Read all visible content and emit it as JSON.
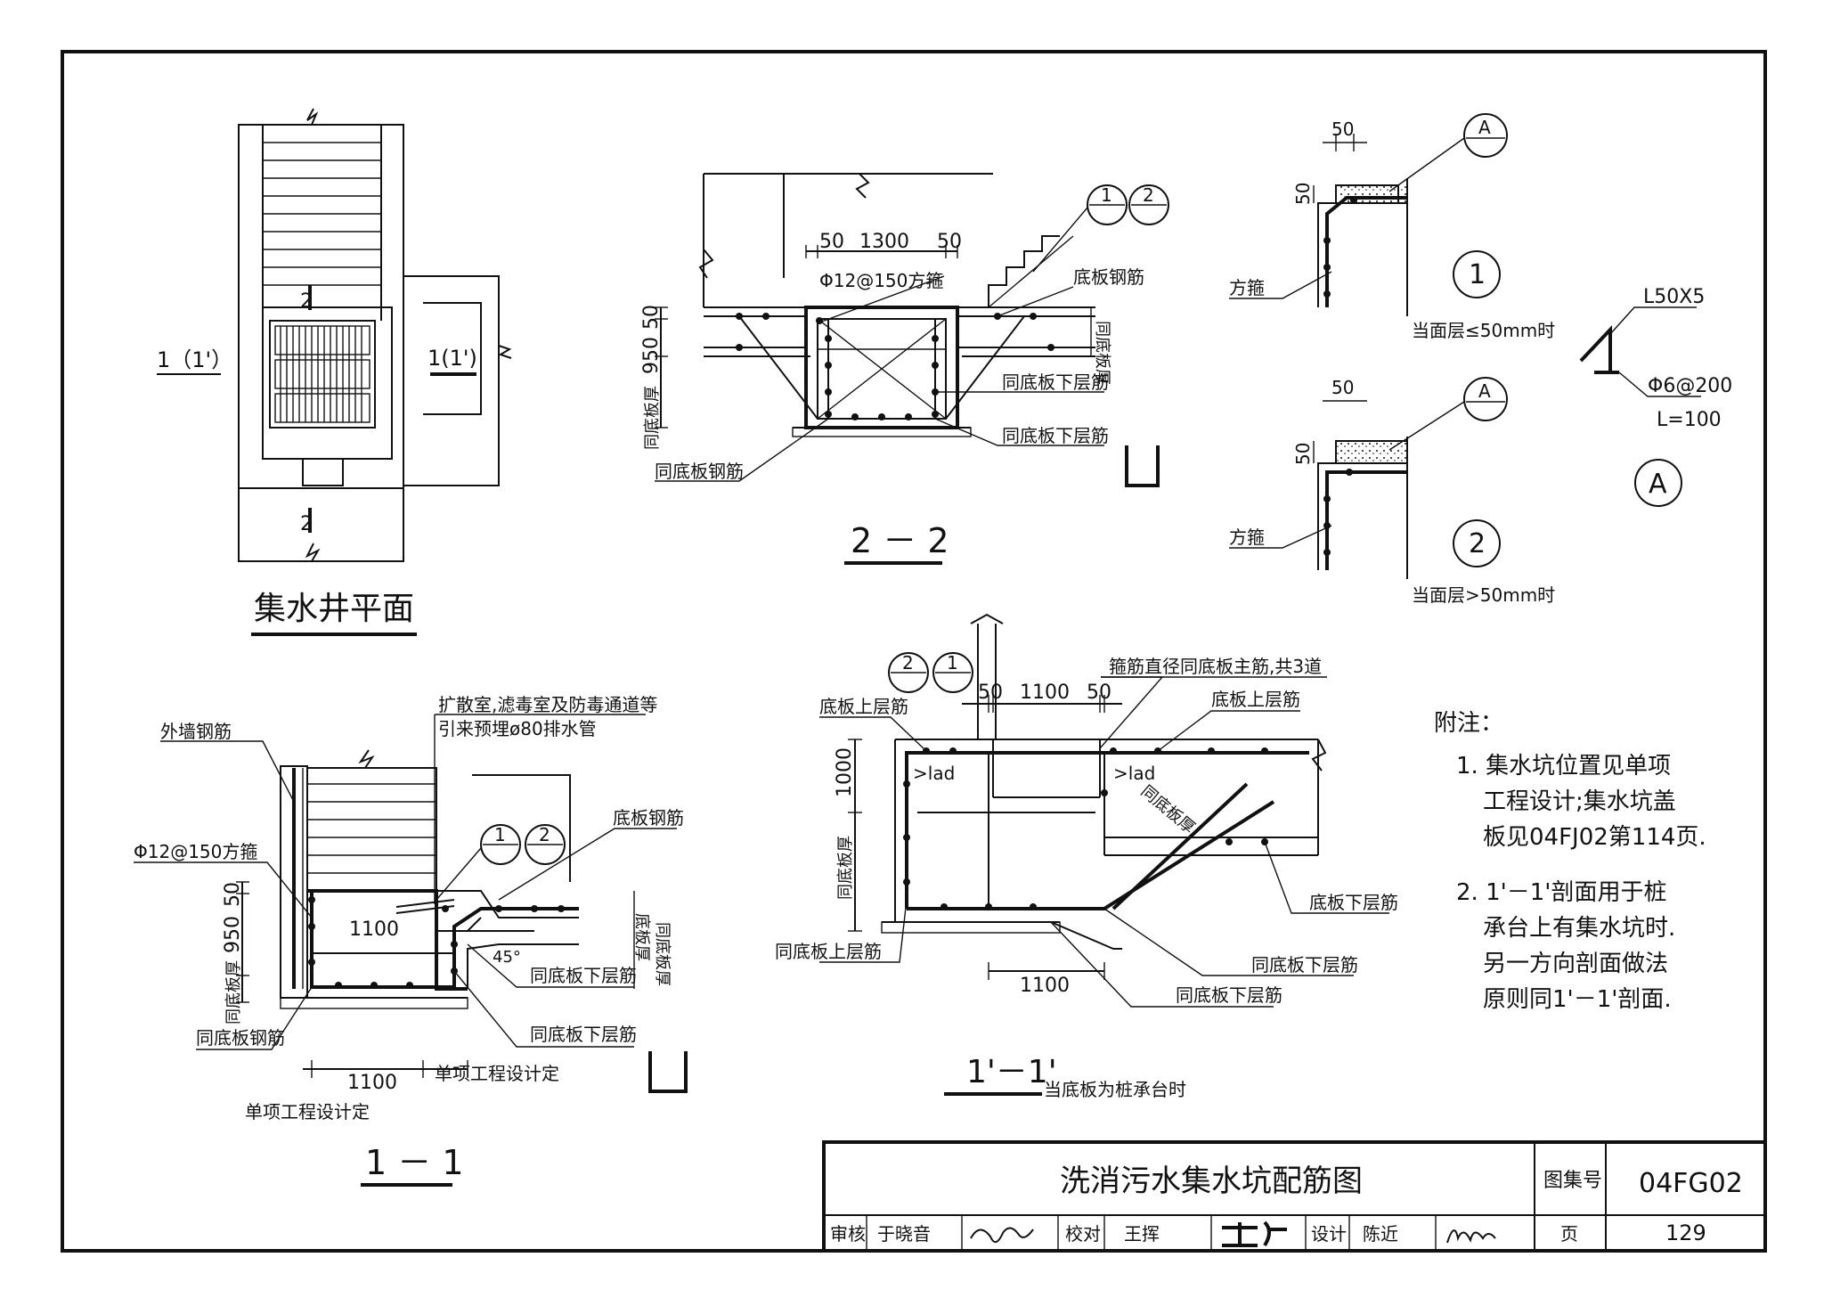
{
  "plan": {
    "title": "集水井平面",
    "section_left": "1（1'）",
    "section_right": "1(1')",
    "section_22_top": "2",
    "section_22_bottom": "2"
  },
  "section_22": {
    "title": "2 － 2",
    "dim_top": [
      "50",
      "1300",
      "50"
    ],
    "dim_left": [
      "50",
      "950"
    ],
    "bubbles": [
      "1",
      "2"
    ],
    "labels": {
      "stirrup": "Φ12@150方箍",
      "bottom_slab_rebar": "底板钢筋",
      "slab_thickness": "同底板厚",
      "slab_thickness_right": "同底板厚",
      "lower_rebar_1": "同底板下层筋",
      "lower_rebar_2": "同底板下层筋",
      "slab_rebar": "同底板钢筋"
    }
  },
  "detail_1": {
    "dim_top": "50",
    "dim_side": "50",
    "bubble_a": "A",
    "label_stirrup": "方箍",
    "marker": "1",
    "note": "当面层≤50mm时"
  },
  "detail_2": {
    "dim_top": "50",
    "dim_side": "50",
    "bubble_a": "A",
    "label_stirrup": "方箍",
    "marker": "2",
    "note": "当面层>50mm时"
  },
  "detail_a": {
    "angle": "L50X5",
    "bar": "Φ6@200",
    "length": "L=100",
    "marker": "A"
  },
  "section_11": {
    "title": "1 － 1",
    "labels": {
      "outer_wall": "外墙钢筋",
      "rooms": "扩散室,滤毒室及防毒通道等",
      "pipe": "引来预埋ø80排水管",
      "bottom_rebar": "底板钢筋",
      "stirrup": "Φ12@150方箍",
      "slab_thickness": "底板厚",
      "slab_thickness_2": "同底板厚",
      "slab_thickness_left": "同底板厚",
      "lower_rebar_1": "同底板下层筋",
      "lower_rebar_2": "同底板下层筋",
      "slab_rebar": "同底板钢筋",
      "project_1": "单项工程设计定",
      "project_2": "单项工程设计定"
    },
    "dim_left": [
      "50",
      "950"
    ],
    "dim_inner": "1100",
    "dim_bottom": "1100",
    "angle": "45°",
    "bubbles": [
      "1",
      "2"
    ]
  },
  "section_1p": {
    "title": "1'－1'",
    "subtitle": "当底板为桩承台时",
    "bubbles": [
      "2",
      "1"
    ],
    "dim_top": [
      "50",
      "1100",
      "50"
    ],
    "dim_left": "1000",
    "dim_bottom": "1100",
    "labels": {
      "stirrup_note": "箍筋直径同底板主筋,共3道",
      "upper_rebar_left": "底板上层筋",
      "upper_rebar_right": "底板上层筋",
      "lad_1": ">lad",
      "lad_2": ">lad",
      "slab_thickness_diag": "同底板厚",
      "slab_thickness_left": "同底板厚",
      "lower_rebar": "底板下层筋",
      "lower_same_1": "同底板下层筋",
      "lower_same_2": "同底板下层筋",
      "upper_same": "同底板上层筋"
    }
  },
  "notes": {
    "heading": "附注：",
    "items": [
      "1. 集水坑位置见单项",
      "工程设计;集水坑盖",
      "板见04FJ02第114页.",
      "2. 1'－1'剖面用于桩",
      "承台上有集水坑时.",
      "另一方向剖面做法",
      "原则同1'－1'剖面."
    ]
  },
  "title_block": {
    "drawing_title": "洗消污水集水坑配筋图",
    "atlas_label": "图集号",
    "atlas_no": "04FG02",
    "review_label": "审核",
    "reviewer": "于晓音",
    "check_label": "校对",
    "checker": "王挥",
    "design_label": "设计",
    "designer": "陈近",
    "page_label": "页",
    "page_no": "129"
  }
}
